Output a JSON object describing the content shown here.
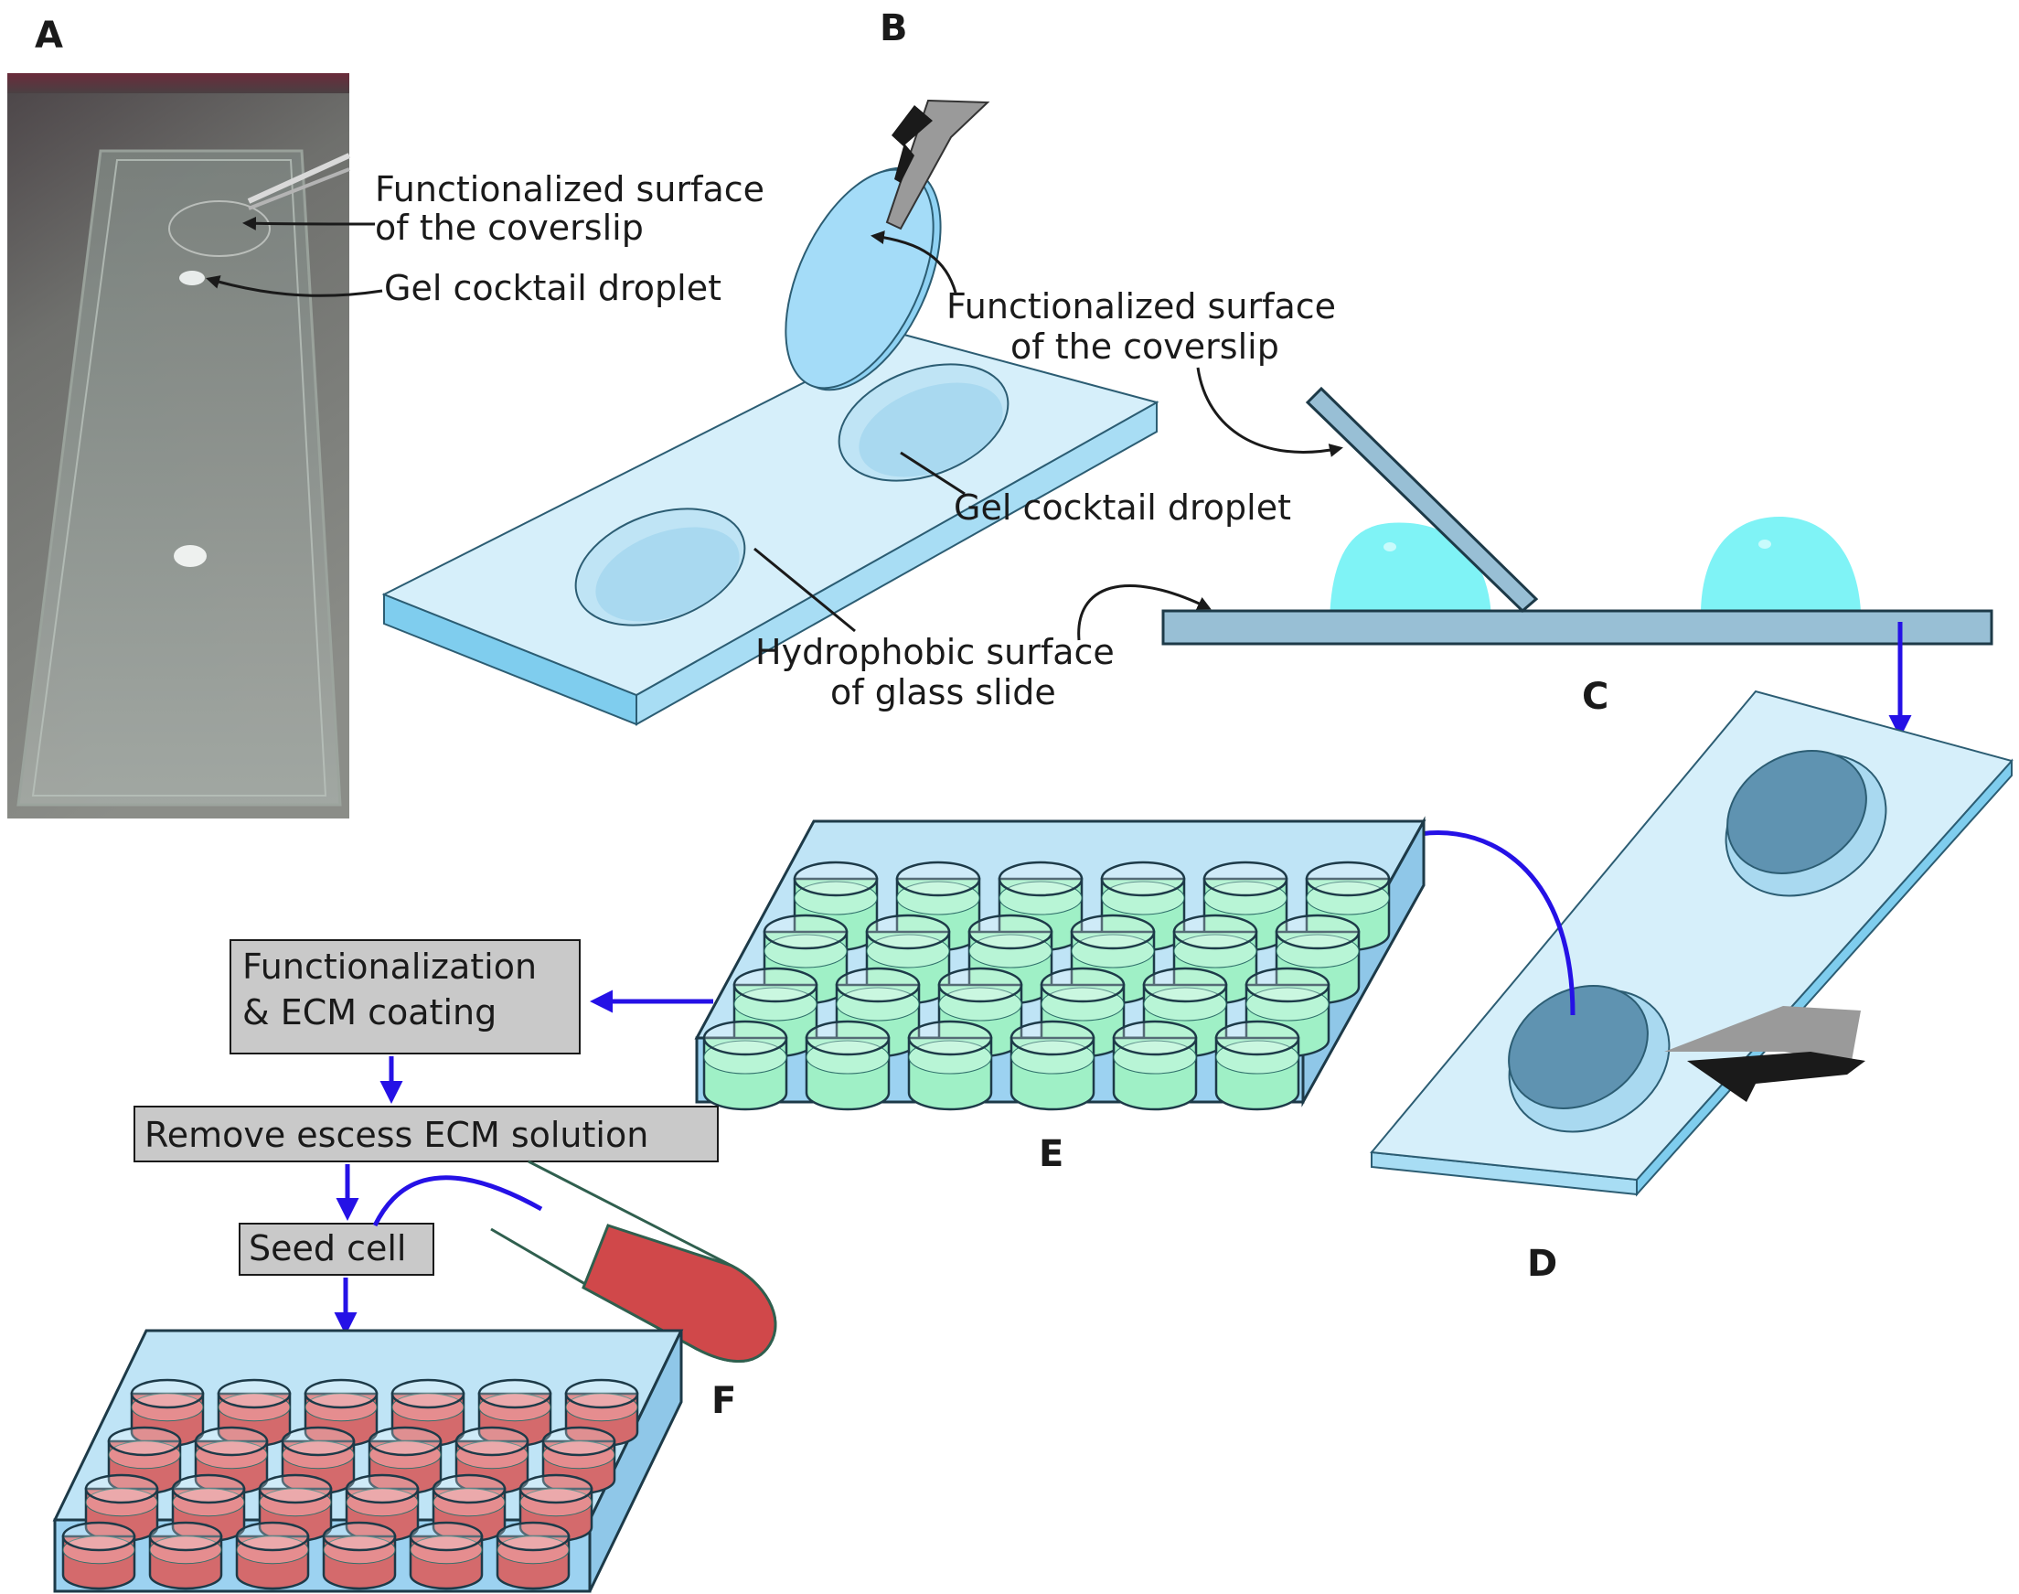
{
  "panels": {
    "a": "A",
    "b": "B",
    "c": "C",
    "d": "D",
    "e": "E",
    "f": "F"
  },
  "labels": {
    "a_func_1": "Functionalized surface",
    "a_func_2": "of the coverslip",
    "a_gel": "Gel cocktail droplet",
    "b_func_1": "Functionalized surface",
    "b_func_2": "of the coverslip",
    "b_gel": "Gel cocktail droplet",
    "b_hydro_1": "Hydrophobic surface",
    "b_hydro_2": "of glass slide"
  },
  "steps": {
    "func_1": "Functionalization",
    "func_2": "& ECM coating",
    "remove": "Remove escess ECM solution",
    "seed": "Seed cell"
  },
  "colors": {
    "glass": "#d6effa",
    "glass_edge": "#8fd3f0",
    "coverslip": "#a4dcf8",
    "droplet": "#7ff3f6",
    "slide_side": "#98bfd5",
    "well_green": "#9ff0c6",
    "well_red": "#d46a6c",
    "plate": "#9cd2f1",
    "arrow": "#2511e6",
    "box": "#c9c9c9",
    "tube_red": "#d0484a",
    "disc_dark": "#5f93b1"
  }
}
